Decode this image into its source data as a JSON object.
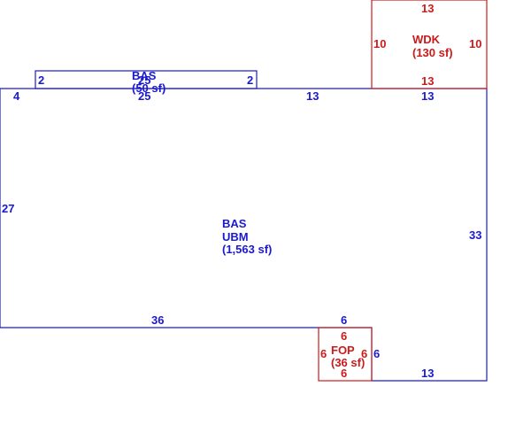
{
  "colors": {
    "base": "#1a1acc",
    "deck": "#cc1a1a"
  },
  "areas": {
    "bas_small": {
      "code": "BAS",
      "area": "(50 sf)",
      "dims": [
        "2",
        "25",
        "2",
        "25"
      ]
    },
    "bas_main": {
      "code": "BAS",
      "code2": "UBM",
      "area": "(1,563 sf)",
      "dims": [
        "4",
        "13",
        "13",
        "27",
        "33",
        "36",
        "6",
        "6",
        "13"
      ]
    },
    "wdk": {
      "code": "WDK",
      "area": "(130 sf)",
      "dims": [
        "13",
        "10",
        "10",
        "13"
      ]
    },
    "fop": {
      "code": "FOP",
      "area": "(36 sf)",
      "dims": [
        "6",
        "6",
        "6",
        "6"
      ]
    }
  }
}
